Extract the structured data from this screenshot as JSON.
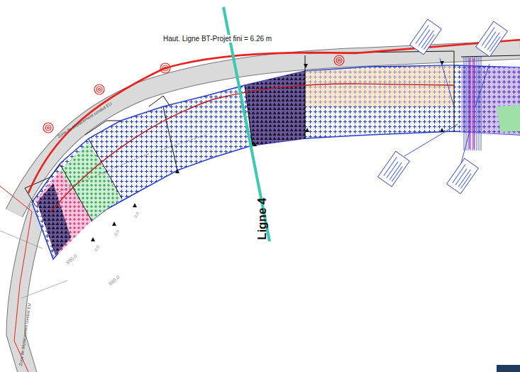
{
  "diagram": {
    "labels": [
      "Haut. Ligne BT-Projet fini = 6.26 m",
      "Ligne 4",
      "Zone de déplacement conduit EU",
      "Zone de déplacement conduit EU",
      "890.0",
      "880.0",
      "0.0",
      "0.0",
      "0.0"
    ]
  }
}
